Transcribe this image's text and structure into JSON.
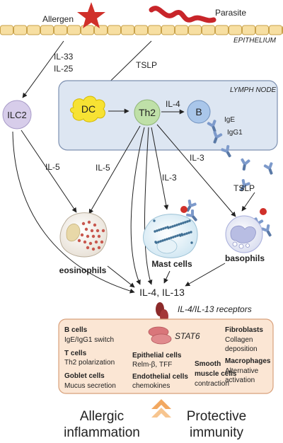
{
  "top": {
    "allergen": "Allergen",
    "parasite": "Parasite",
    "epithelium": "EPITHELIUM"
  },
  "cytokines": {
    "il33": "IL-33",
    "il25": "IL-25",
    "tslp_top": "TSLP",
    "il4_node": "IL-4",
    "il5_a": "IL-5",
    "il5_b": "IL-5",
    "il3_a": "IL-3",
    "il3_b": "IL-3",
    "tslp_right": "TSLP",
    "il4_il13": "IL-4, IL-13",
    "receptors": "IL-4/IL-13 receptors"
  },
  "lymph_node": {
    "title": "LYMPH NODE",
    "dc": "DC",
    "th2": "Th2",
    "b": "B",
    "ige": "IgE",
    "igg1": "IgG1"
  },
  "cells": {
    "ilc2": "ILC2",
    "eosinophils": "eosinophils",
    "mast_cells": "Mast cells",
    "basophils": "basophils"
  },
  "effects": {
    "stat6": "STAT6",
    "b_cells": {
      "title": "B cells",
      "line1": "IgE/IgG1 switch"
    },
    "t_cells": {
      "title": "T cells",
      "line1": "Th2 polarization"
    },
    "goblet": {
      "title": "Goblet cells",
      "line1": "Mucus secretion"
    },
    "epithelial": {
      "title": "Epithelial cells",
      "line1": "Relm-β, TFF"
    },
    "endothelial": {
      "title": "Endothelial cells",
      "line1": "chemokines"
    },
    "smooth": {
      "title1": "Smooth",
      "title2": "muscle cells",
      "line1": "contraction"
    },
    "fibroblasts": {
      "title": "Fibroblasts",
      "line1": "Collagen",
      "line2": "deposition"
    },
    "macrophages": {
      "title": "Macrophages",
      "line1": "Alternative",
      "line2": "activation"
    }
  },
  "outcomes": {
    "left1": "Allergic",
    "left2": "inflammation",
    "right1": "Protective",
    "right2": "immunity"
  },
  "colors": {
    "epithelium_fill": "#f7dfa2",
    "epithelium_stroke": "#c9a24a",
    "allergen_star": "#d0302a",
    "parasite": "#c8252a",
    "lymph_node_fill": "#dde6f2",
    "lymph_node_stroke": "#7d90b0",
    "dc_fill": "#f7e233",
    "th2_fill": "#bfe0a8",
    "b_fill": "#a9c6ea",
    "ilc2_fill": "#d7cdea",
    "effects_fill": "#fbe6d4",
    "effects_stroke": "#d8a07b",
    "receptor": "#8c2a2a",
    "stat6": "#d9767a",
    "chevron": "#f2a860"
  }
}
